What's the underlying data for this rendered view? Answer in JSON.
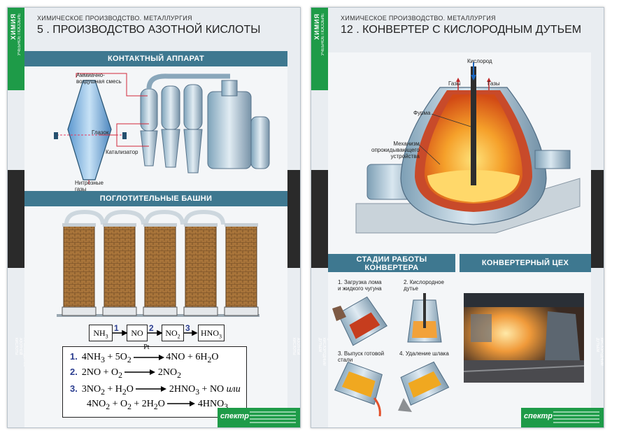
{
  "left": {
    "series": "ХИМИЧЕСКОЕ ПРОИЗВОДСТВО. МЕТАЛЛУРГИЯ",
    "title": "5 . ПРОИЗВОДСТВО АЗОТНОЙ КИСЛОТЫ",
    "brand_vertical": "ХИМИЯ",
    "brand_sub": "УЧЕБНОЕ ПОСОБИЕ",
    "side_caption": "5. ПРОИЗВОДСТВО АЗОТНОЙ КИСЛОТЫ",
    "band1": "КОНТАКТНЫЙ АППАРАТ",
    "band2": "ПОГЛОТИТЕЛЬНЫЕ БАШНИ",
    "labels": {
      "ammonia_l1": "Аммиачно-",
      "ammonia_l2": "воздушная смесь",
      "eye": "Глазок",
      "catalyst": "Катализатор",
      "nitrous_l1": "Нитрозные",
      "nitrous_l2": "газы"
    },
    "chain": {
      "items": [
        "NH3",
        "NO",
        "NO2",
        "HNO3"
      ],
      "steps": [
        "1",
        "2",
        "3"
      ]
    },
    "equations": {
      "e1_num": "1.",
      "e1_l": "4NH3 + 5O2",
      "e1_cat": "Pt",
      "e1_r": "4NO + 6H2O",
      "e2_num": "2.",
      "e2_l": "2NO + O2",
      "e2_r": "2NO2",
      "e3_num": "3.",
      "e3_l": "3NO2 + H2O",
      "e3_r": "2HNO3 + NO",
      "e3_or": "или",
      "e4_l": "4NO2 + O2 + 2H2O",
      "e4_r": "4HNO3"
    },
    "footer_logo": "спектр"
  },
  "right": {
    "series": "ХИМИЧЕСКОЕ ПРОИЗВОДСТВО. МЕТАЛЛУРГИЯ",
    "title": "12 . КОНВЕРТЕР С КИСЛОРОДНЫМ ДУТЬЕМ",
    "brand_vertical": "ХИМИЯ",
    "brand_sub": "УЧЕБНОЕ ПОСОБИЕ",
    "side_caption": "12. КОНВЕРТЕР С КИСЛОРОДНЫМ ДУТЬЕМ",
    "labels": {
      "oxygen": "Кислород",
      "gases_l": "Газы",
      "gases_r": "Газы",
      "tuyere": "Фурма",
      "mech_l1": "Механизм",
      "mech_l2": "опрокидывающего",
      "mech_l3": "устройства"
    },
    "band_stages_l1": "СТАДИИ РАБОТЫ",
    "band_stages_l2": "КОНВЕРТЕРА",
    "band_shop": "КОНВЕРТЕРНЫЙ ЦЕХ",
    "stages": {
      "s1_l1": "1. Загрузка лома",
      "s1_l2": "и жидкого чугуна",
      "s2_l1": "2. Кислородное",
      "s2_l2": "дутье",
      "s3_l1": "3. Выпуск готовой",
      "s3_l2": "стали",
      "s4": "4. Удаление шлака"
    },
    "footer_logo": "спектр"
  },
  "colors": {
    "band": "#3e7890",
    "brand_green": "#1e9b48",
    "number_blue": "#2b3d8f",
    "metal": "#a9c3d3",
    "molten": "#f0a020",
    "brick": "#a8743a"
  }
}
